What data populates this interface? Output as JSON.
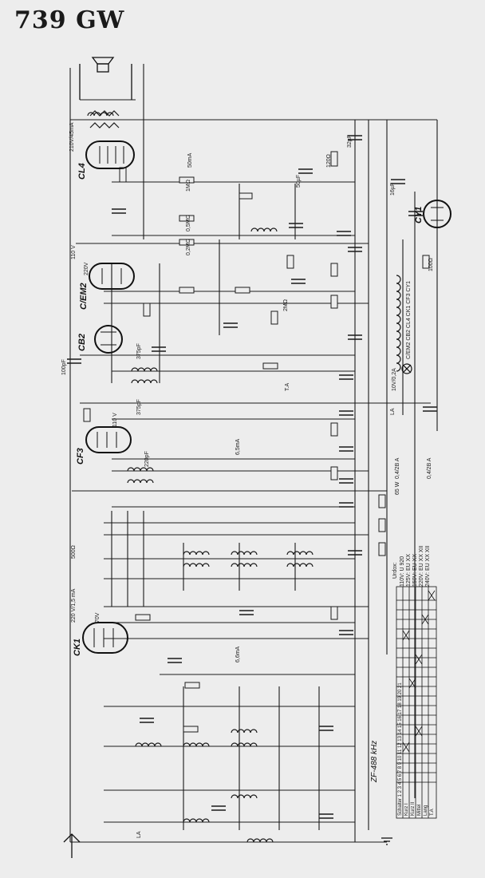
{
  "title": "739 GW",
  "tubes": [
    "CL4",
    "C/EM2",
    "CB2",
    "CF3",
    "CY1",
    "CK1"
  ],
  "zf_label": "ZF-488 kHz",
  "supply": {
    "header": "Urdox:",
    "lines": [
      "110V: U 920",
      "125V: EU XX",
      "150V: EU XX",
      "220V: EU XX XII",
      "240V: EU XX XII"
    ]
  },
  "switch_table": {
    "header_row": "Schalter 1 2 3 4 5 6 7 8 9 10 11 12 13 14 15 16 17 18 19 20 21",
    "rows": [
      "Kurz I",
      "Kurz II",
      "Mittel",
      "Lang",
      "T.A"
    ]
  },
  "labels": {
    "speaker_current": "210V/45mA",
    "cl4_current": "50mA",
    "cf3_current": "6,5mA",
    "ck1_current": "6,6mA",
    "ck1_supply": "220 V/1,5 mA",
    "ck1_resistor": "500Ω",
    "v110_a": "110 V",
    "v110_b": "110 V",
    "v70": "70V",
    "v220": "220V",
    "dial_lamp": "10V/0,2A",
    "lamp_chain": "C/EM2  CB2  CL4  CK1  CF3  CY1",
    "fuse1": "0,4/2B A",
    "fuse2": "0,4/2B A",
    "pilot": "65 W",
    "sel_ta": "T.A",
    "sel_la": "LA",
    "ant": "LA",
    "cap_32": "32µF",
    "cap_50": "50µF",
    "cap_16": "16µF",
    "res_100": "100Ω",
    "res_120": "120Ω",
    "cap_375a": "375pF",
    "cap_375b": "375pF",
    "cap_220": "220pF",
    "cap_100": "100pF",
    "res_1M": "1MΩ",
    "res_05M": "0,5MΩ",
    "res_2M": "2MΩ",
    "res_02M": "0,2MΩ"
  }
}
